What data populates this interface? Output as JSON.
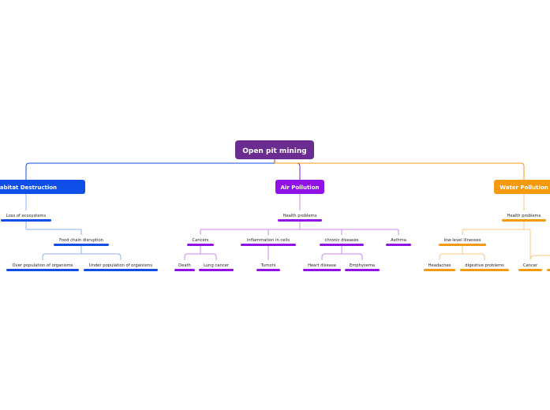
{
  "root": {
    "label": "Open pit mining",
    "color": "#6a2c91"
  },
  "branches": [
    {
      "id": "habitat",
      "label": "Habitat Destruction",
      "color": "#0f4fe8",
      "light": "#8fb0f5",
      "children": [
        {
          "label": "Loss of ecosystems",
          "children": [
            {
              "label": "Food chain disruption",
              "children": [
                {
                  "label": "Over population of organisms"
                },
                {
                  "label": "Under population of organisms"
                }
              ]
            }
          ]
        }
      ]
    },
    {
      "id": "air",
      "label": "Air Pollution",
      "color": "#9012e6",
      "light": "#cc88f0",
      "children": [
        {
          "label": "Health problems",
          "children": [
            {
              "label": "Cancers",
              "children": [
                {
                  "label": "Death"
                },
                {
                  "label": "Lung cancer"
                }
              ]
            },
            {
              "label": "inflammation in cells",
              "children": [
                {
                  "label": "Tumors"
                }
              ]
            },
            {
              "label": "chronic diseases",
              "children": [
                {
                  "label": "Heart disease"
                },
                {
                  "label": "Emphysema"
                }
              ]
            },
            {
              "label": "Asthma"
            }
          ]
        }
      ]
    },
    {
      "id": "water",
      "label": "Water Pollution",
      "color": "#f59a0c",
      "light": "#f8c97e",
      "children": [
        {
          "label": "Health problems",
          "children": [
            {
              "label": "low-level illnesses",
              "children": [
                {
                  "label": "Headaches"
                },
                {
                  "label": "digestive problems"
                }
              ]
            },
            {
              "label": "Cancer"
            }
          ]
        }
      ]
    }
  ]
}
